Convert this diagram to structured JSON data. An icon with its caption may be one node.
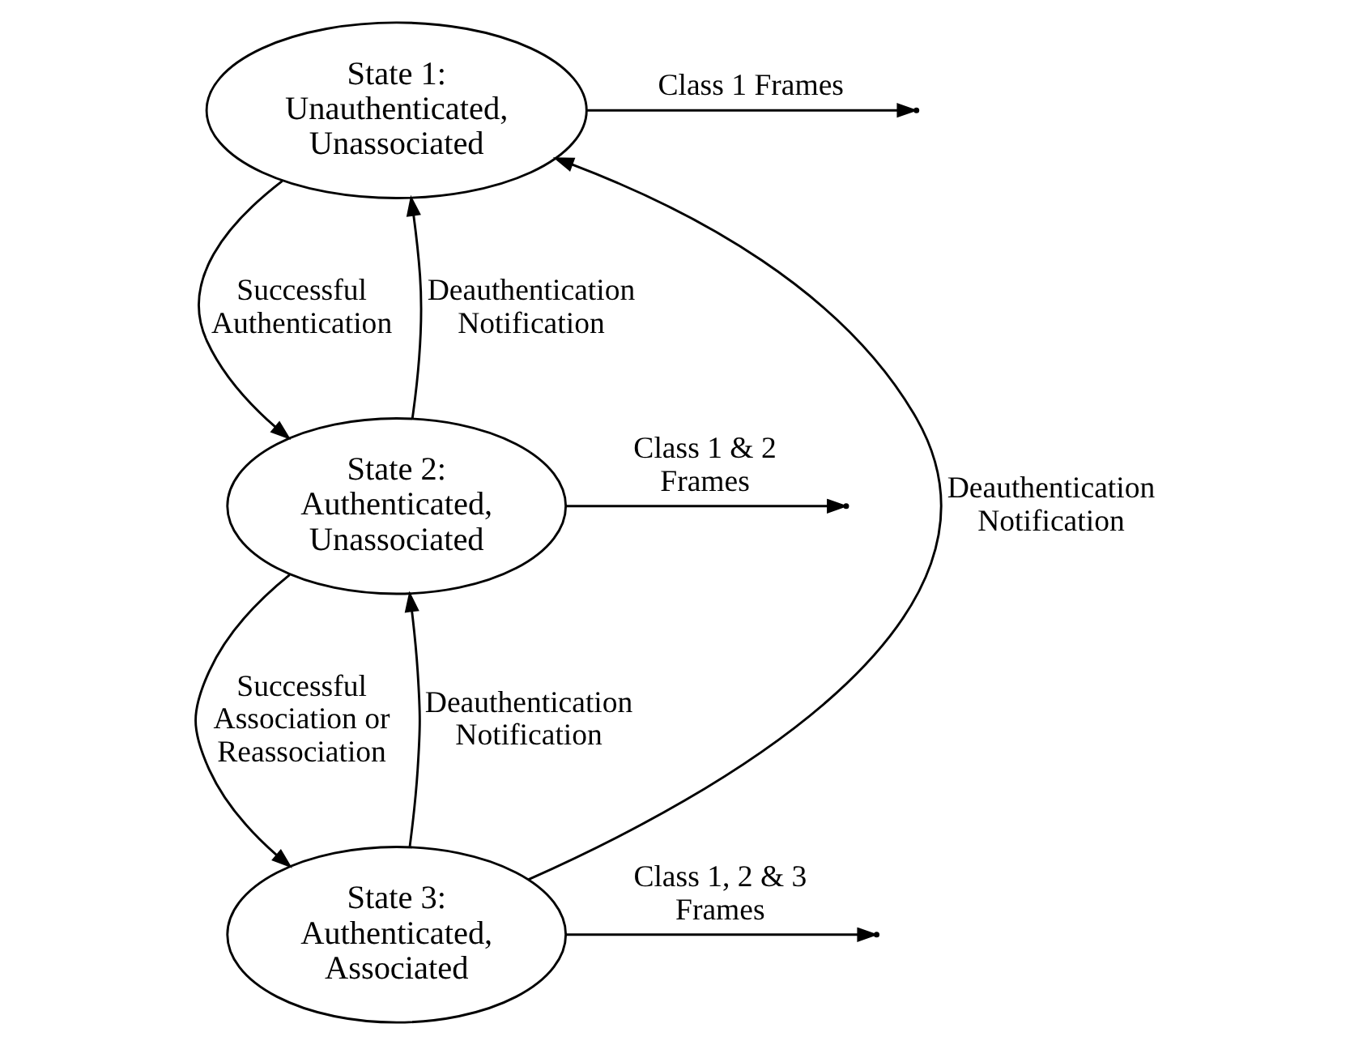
{
  "diagram": {
    "nodes": [
      {
        "text": [
          "State 1: Unauthenticated, Unassociated"
        ]
      },
      {
        "text": [
          "State 2: Authenticated, Unassociated"
        ]
      },
      {
        "text": [
          "State 3: Authenticated, Associated"
        ]
      }
    ],
    "edges": [
      {
        "from": 0,
        "to": null,
        "arrow": "to",
        "label": "Class 1 Frames"
      },
      {
        "from": 0,
        "to": 1,
        "arrow": "to",
        "label": "Successful Authentication"
      },
      {
        "from": 1,
        "to": 0,
        "arrow": "to",
        "label": "Deauthentication Notification"
      },
      {
        "from": 1,
        "to": null,
        "arrow": "to",
        "label": "Class 1 & 2 Frames"
      },
      {
        "from": 1,
        "to": 2,
        "arrow": "to",
        "label": "Successful Association or Reassociation"
      },
      {
        "from": 2,
        "to": 1,
        "arrow": "to",
        "label": "Deauthentication Notification"
      },
      {
        "from": 2,
        "to": null,
        "arrow": "to",
        "label": "Class 1, 2 & 3 Frames"
      },
      {
        "from": 2,
        "to": 0,
        "arrow": "to",
        "label": "Deauthentication Notification"
      }
    ]
  }
}
